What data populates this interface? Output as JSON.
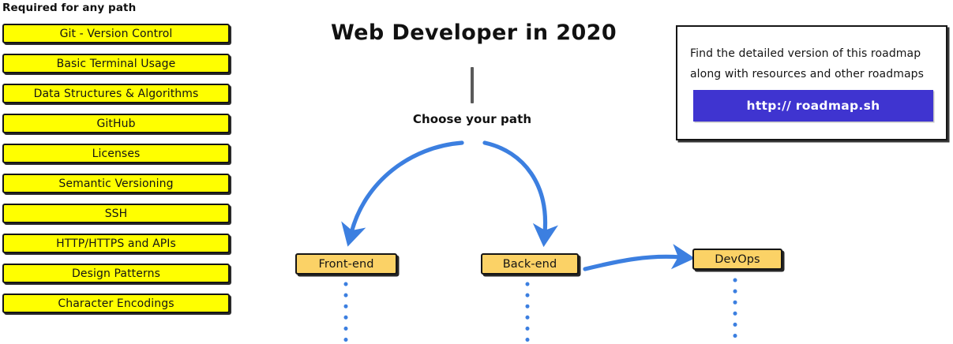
{
  "left_column": {
    "heading": "Required for any path",
    "items": [
      {
        "label": "Git - Version Control"
      },
      {
        "label": "Basic Terminal Usage"
      },
      {
        "label": "Data Structures & Algorithms"
      },
      {
        "label": "GitHub"
      },
      {
        "label": "Licenses"
      },
      {
        "label": "Semantic Versioning"
      },
      {
        "label": "SSH"
      },
      {
        "label": "HTTP/HTTPS and APIs"
      },
      {
        "label": "Design Patterns"
      },
      {
        "label": "Character Encodings"
      }
    ]
  },
  "center": {
    "title": "Web Developer in 2020",
    "choose_label": "Choose your path",
    "paths": [
      {
        "label": "Front-end"
      },
      {
        "label": "Back-end"
      },
      {
        "label": "DevOps"
      }
    ]
  },
  "info_card": {
    "line1": "Find the detailed version of this roadmap",
    "line2": "along with resources and other roadmaps",
    "button_label": "http:// roadmap.sh"
  },
  "colors": {
    "required_box_fill": "#FFFF00",
    "path_box_fill": "#FBD266",
    "outline": "#151515",
    "arrow_blue": "#3C7FE0",
    "button_blue": "#3F34D0",
    "stem_gray": "#5A5A5A",
    "text": "#141414",
    "background": "#FFFFFF"
  }
}
